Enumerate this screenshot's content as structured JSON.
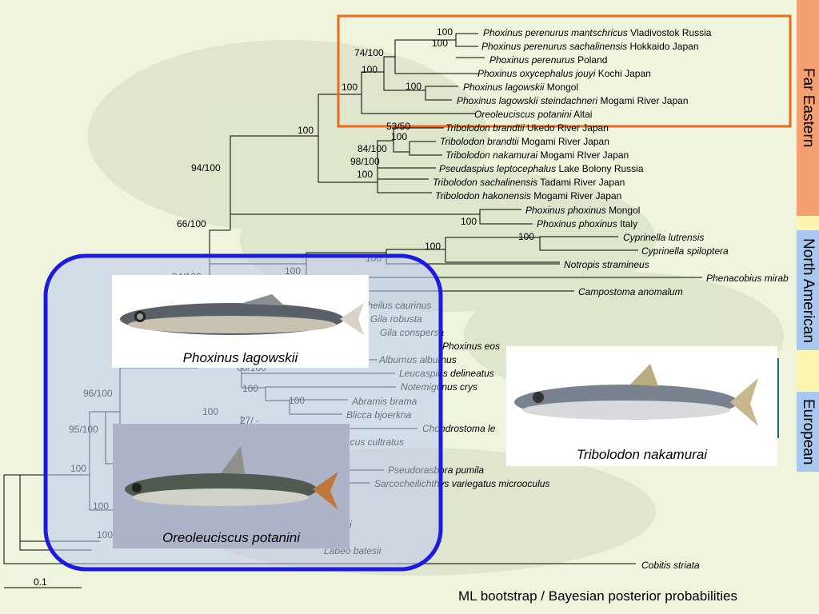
{
  "regions": {
    "far_eastern": "Far Eastern",
    "north_american": "North American",
    "european": "European"
  },
  "colors": {
    "far_eastern": "#f4a070",
    "north_american": "#a9c8f0",
    "separator": "#fbf5b0",
    "european": "#a9c8f0",
    "orange_box": "#ec6a1e",
    "blue_box": "#1a1ae0",
    "background": "#eef5dc"
  },
  "tree": {
    "taxa": [
      {
        "name": "Phoxinus perenurus mantschricus",
        "loc": "Vladivostok Russia"
      },
      {
        "name": "Phoxinus perenurus sachalinensis",
        "loc": "Hokkaido Japan"
      },
      {
        "name": "Phoxinus perenurus",
        "loc": "Poland"
      },
      {
        "name": "Phoxinus oxycephalus jouyi",
        "loc": "Kochi Japan"
      },
      {
        "name": "Phoxinus lagowskii",
        "loc": "Mongol"
      },
      {
        "name": "Phoxinus lagowskii steindachneri",
        "loc": "Mogami River Japan"
      },
      {
        "name": "Oreoleuciscus potanini",
        "loc": "Altai"
      },
      {
        "name": "Tribolodon brandtii",
        "loc": "Ukedo River Japan"
      },
      {
        "name": "Tribolodon brandtii",
        "loc": "Mogami River Japan"
      },
      {
        "name": "Tribolodon nakamurai",
        "loc": "Mogami RIver Japan"
      },
      {
        "name": "Pseudaspius leptocephalus",
        "loc": "Lake Bolony Russia"
      },
      {
        "name": "Tribolodon sachalinensis",
        "loc": "Tadami River Japan"
      },
      {
        "name": "Tribolodon hakonensis",
        "loc": "Mogami River Japan"
      },
      {
        "name": "Phoxinus phoxinus",
        "loc": "Mongol"
      },
      {
        "name": "Phoxinus phoxinus",
        "loc": "Italy"
      },
      {
        "name": "Cyprinella lutrensis",
        "loc": ""
      },
      {
        "name": "Cyprinella spiloptera",
        "loc": ""
      },
      {
        "name": "Notropis stramineus",
        "loc": ""
      },
      {
        "name": "Phenacobius mirab",
        "loc": ""
      },
      {
        "name": "Campostoma anomalum",
        "loc": ""
      },
      {
        "name": "locheilus caurinus",
        "loc": ""
      },
      {
        "name": "Gila robusta",
        "loc": ""
      },
      {
        "name": "Gila conspersa",
        "loc": ""
      },
      {
        "name": "Phoxinus eos",
        "loc": ""
      },
      {
        "name": "Alburnus alburnus",
        "loc": ""
      },
      {
        "name": "Leucaspius delineatus",
        "loc": ""
      },
      {
        "name": "Notemigonus crys",
        "loc": ""
      },
      {
        "name": "Abramis brama",
        "loc": ""
      },
      {
        "name": "Blicca bjoerkna",
        "loc": ""
      },
      {
        "name": "Chondrostoma le",
        "loc": ""
      },
      {
        "name": "ecus cultratus",
        "loc": ""
      },
      {
        "name": "a",
        "loc": ""
      },
      {
        "name": "Pseudorasbora pumila",
        "loc": ""
      },
      {
        "name": "Sarcocheilichthys variegatus microoculus",
        "loc": ""
      },
      {
        "name": "tii",
        "loc": ""
      },
      {
        "name": "Labeo batesii",
        "loc": ""
      },
      {
        "name": "Cobitis striata",
        "loc": ""
      }
    ],
    "supports": [
      "100",
      "100",
      "74/100",
      "100",
      "100",
      "100",
      "53/50",
      "100",
      "84/100",
      "98/100",
      "100",
      "100",
      "94/100",
      "100",
      "66/100",
      "100",
      "100",
      "100",
      "100",
      "94/100",
      "66/100",
      "100",
      "100",
      "27/ -",
      "96/100",
      "100",
      "95/100",
      "100",
      "100",
      "100"
    ]
  },
  "scale_label": "0.1",
  "photos": [
    {
      "caption": "Phoxinus lagowskii"
    },
    {
      "caption": "Oreoleuciscus potanini"
    },
    {
      "caption": "Tribolodon nakamurai"
    }
  ],
  "legend": "ML bootstrap  / Bayesian posterior probabilities"
}
